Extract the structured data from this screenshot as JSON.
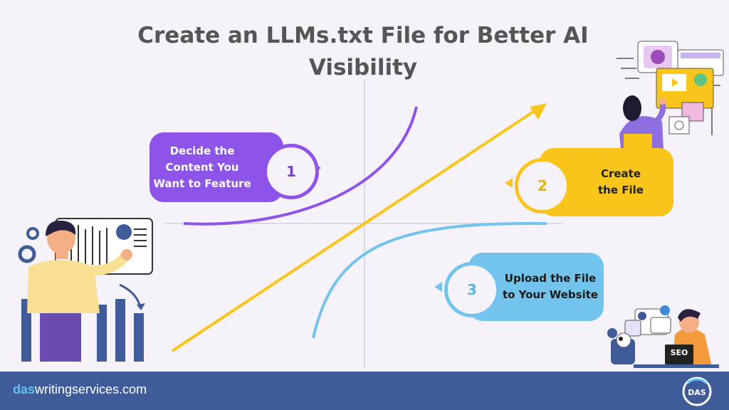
{
  "title": "Create an LLMs.txt File for Better AI Visibility",
  "steps": [
    {
      "number": "1",
      "text": "Decide the\nContent You\nWant to Feature",
      "color": "#8e54e9"
    },
    {
      "number": "2",
      "text": "Create\nthe File",
      "color": "#f9c51a"
    },
    {
      "number": "3",
      "text": "Upload the File\nto Your Website",
      "color": "#73c4ec"
    }
  ],
  "footer": {
    "site_bold": "das",
    "site_rest": "writingservices.com",
    "logo_text": "DAS"
  },
  "illustrations": {
    "left": "person-presenting-chart",
    "top_right": "woman-with-ai-screens",
    "bottom_right": "seo-man-with-laptop",
    "seo_label": "SEO"
  },
  "colors": {
    "footer": "#3f5b9a",
    "accent_link": "#62c2f4",
    "arrow": "#f9c51a"
  }
}
